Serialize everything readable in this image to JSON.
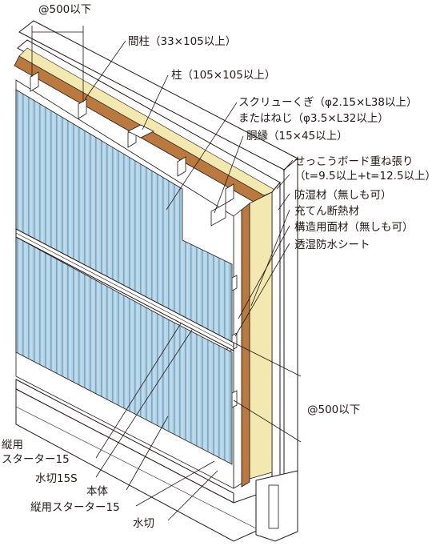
{
  "labels": {
    "spacing_top": "@500以下",
    "mabashira": "間柱（33×105以上）",
    "hashira": "柱（105×105以上）",
    "screw_line1": "スクリューくぎ（φ2.15×L38以上）",
    "screw_line2": "またはねじ（φ3.5×L32以上）",
    "dobuchi": "胴縁（15×45以上）",
    "gypsum_line1": "せっこうボード重ね張り",
    "gypsum_line2": "（t=9.5以上+t=12.5以上）",
    "vapor_barrier": "防湿材（無しも可）",
    "insulation": "充てん断熱材",
    "structural_board": "構造用面材（無しも可）",
    "breathable_sheet": "透湿防水シート",
    "spacing_right": "@500以下",
    "vertical_starter_line1": "縦用",
    "vertical_starter_line2": "スターター15",
    "mizukiri_15s": "水切15S",
    "main_body": "本体",
    "vertical_starter_2": "縦用スターター15",
    "mizukiri": "水切"
  },
  "colors": {
    "panel_fill": "#a9cde3",
    "panel_stripe": "#7fa9c7",
    "wood_brown": "#b9793f",
    "insulation_cream": "#f3e8b0",
    "line": "#231815"
  }
}
